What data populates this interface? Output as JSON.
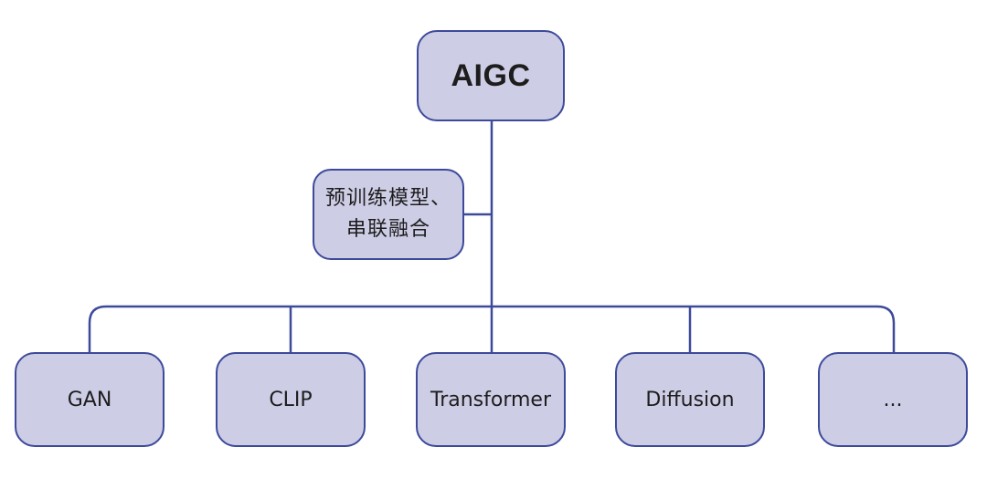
{
  "root": {
    "label": "AIGC"
  },
  "note": {
    "lines": [
      "预训练模型、",
      "串联融合"
    ]
  },
  "children": [
    {
      "label": "GAN"
    },
    {
      "label": "CLIP"
    },
    {
      "label": "Transformer"
    },
    {
      "label": "Diffusion"
    },
    {
      "label": "..."
    }
  ],
  "colors": {
    "node_fill": "#cdcde6",
    "node_border": "#3d4a9a",
    "connector": "#3d4a9a",
    "text": "#1d1d1d"
  }
}
